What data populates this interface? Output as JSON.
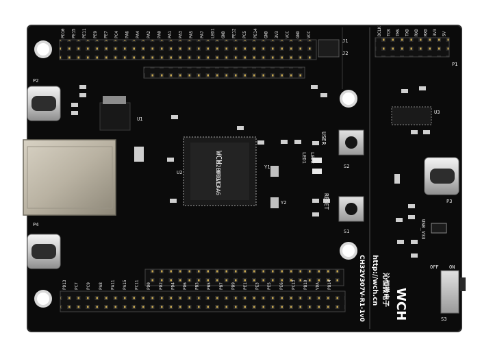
{
  "board": {
    "model_text": "CH32V307V-R1-1v0",
    "url_text": "http://wch.cn",
    "brand_logo": "WCH",
    "brand_cn": "沁恒微电子",
    "mcu_logo": "WCH",
    "mcu_lines": [
      "B2B00I13",
      "9T0",
      "VCAA6"
    ],
    "labels": {
      "user": "USER",
      "reset": "RESET",
      "s1": "S1",
      "s2": "S2",
      "s3": "S3",
      "off": "OFF",
      "on": "ON",
      "usb_v33": "USB_V33",
      "led1": "LED1",
      "led2": "LED2",
      "j1": "J1",
      "j2": "J2",
      "p1": "P1",
      "p2": "P2",
      "p3": "P3",
      "p4": "P4",
      "u1": "U1",
      "u2": "U2",
      "u3": "U3",
      "y1": "Y1",
      "y2": "Y2"
    },
    "top_header_labels": [
      "PD10",
      "PE15",
      "PE11",
      "PE9",
      "PE7",
      "PC4",
      "PA6",
      "PA4",
      "PA2",
      "PA0",
      "PA1",
      "PA3",
      "PA5",
      "PA7",
      "LED1",
      "GND",
      "PE12",
      "PC5",
      "PE14",
      "GND",
      "3V3",
      "VCC",
      "GND",
      "VCC"
    ],
    "top_side_labels": [
      "DCLK",
      "TCK",
      "TMS",
      "TXD",
      "RXD",
      "RXD",
      "3V3",
      "5V"
    ],
    "bottom_header_labels": [
      "PD13",
      "PC7",
      "PC9",
      "PA8",
      "PA11",
      "PA15",
      "PC11",
      "PD0",
      "PD2",
      "PD4",
      "PD6",
      "PB3",
      "PB5",
      "PB7",
      "PB9",
      "PE1",
      "PE3",
      "PE5",
      "PE6",
      "PC13",
      "PB10",
      "VDA",
      "PB14"
    ]
  }
}
